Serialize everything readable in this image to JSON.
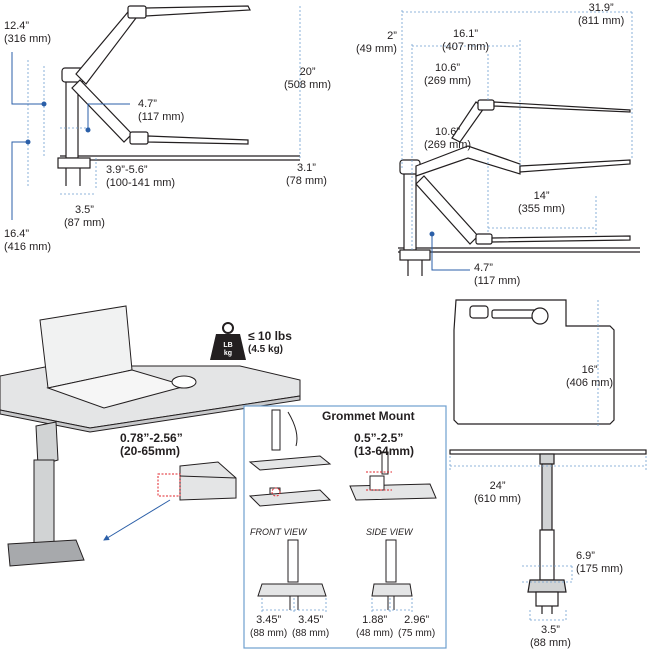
{
  "side_view_top_left": {
    "dims": [
      {
        "id": "d1",
        "in": "12.4”",
        "mm": "(316 mm)"
      },
      {
        "id": "d2",
        "in": "20”",
        "mm": "(508 mm)"
      },
      {
        "id": "d3",
        "in": "4.7”",
        "mm": "(117 mm)"
      },
      {
        "id": "d4",
        "in": "3.9”-5.6”",
        "mm": "(100-141 mm)"
      },
      {
        "id": "d5",
        "in": "3.1”",
        "mm": "(78 mm)"
      },
      {
        "id": "d6",
        "in": "3.5”",
        "mm": "(87 mm)"
      },
      {
        "id": "d7",
        "in": "16.4”",
        "mm": "(416 mm)"
      }
    ]
  },
  "side_view_top_right": {
    "dims": [
      {
        "id": "e1",
        "in": "31.9”",
        "mm": "(811 mm)"
      },
      {
        "id": "e2",
        "in": "2”",
        "mm": "(49 mm)"
      },
      {
        "id": "e3",
        "in": "16.1”",
        "mm": "(407 mm)"
      },
      {
        "id": "e4",
        "in": "10.6”",
        "mm": "(269 mm)"
      },
      {
        "id": "e5",
        "in": "10.6”",
        "mm": "(269 mm)"
      },
      {
        "id": "e6",
        "in": "14”",
        "mm": "(355 mm)"
      },
      {
        "id": "e7",
        "in": "4.7”",
        "mm": "(117 mm)"
      }
    ]
  },
  "desk_view": {
    "weight_badge": "LB kg",
    "weight_in": "≤ 10 lbs",
    "weight_mm": "(4.5 kg)",
    "clamp_range_in": "0.78”-2.56”",
    "clamp_range_mm": "(20-65mm)"
  },
  "grommet_mount": {
    "title": "Grommet Mount",
    "range_in": "0.5”-2.5”",
    "range_mm": "(13-64mm)",
    "front_view_label": "FRONT VIEW",
    "side_view_label": "SIDE VIEW",
    "front_dims": [
      {
        "in": "3.45”",
        "mm": "(88 mm)"
      },
      {
        "in": "3.45”",
        "mm": "(88 mm)"
      }
    ],
    "side_dims": [
      {
        "in": "1.88”",
        "mm": "(48 mm)"
      },
      {
        "in": "2.96”",
        "mm": "(75 mm)"
      }
    ]
  },
  "tray_top_view": {
    "depth_in": "16”",
    "depth_mm": "(406 mm)"
  },
  "front_view_bottom_right": {
    "width_in": "24”",
    "width_mm": "(610 mm)",
    "clamp_height_in": "6.9”",
    "clamp_height_mm": "(175 mm)",
    "base_in": "3.5”",
    "base_mm": "(88 mm)"
  },
  "colors": {
    "line": "#231f20",
    "dimension": "#6e9fcf",
    "accent_red": "#e0242b",
    "arrow": "#2b5fa8"
  }
}
